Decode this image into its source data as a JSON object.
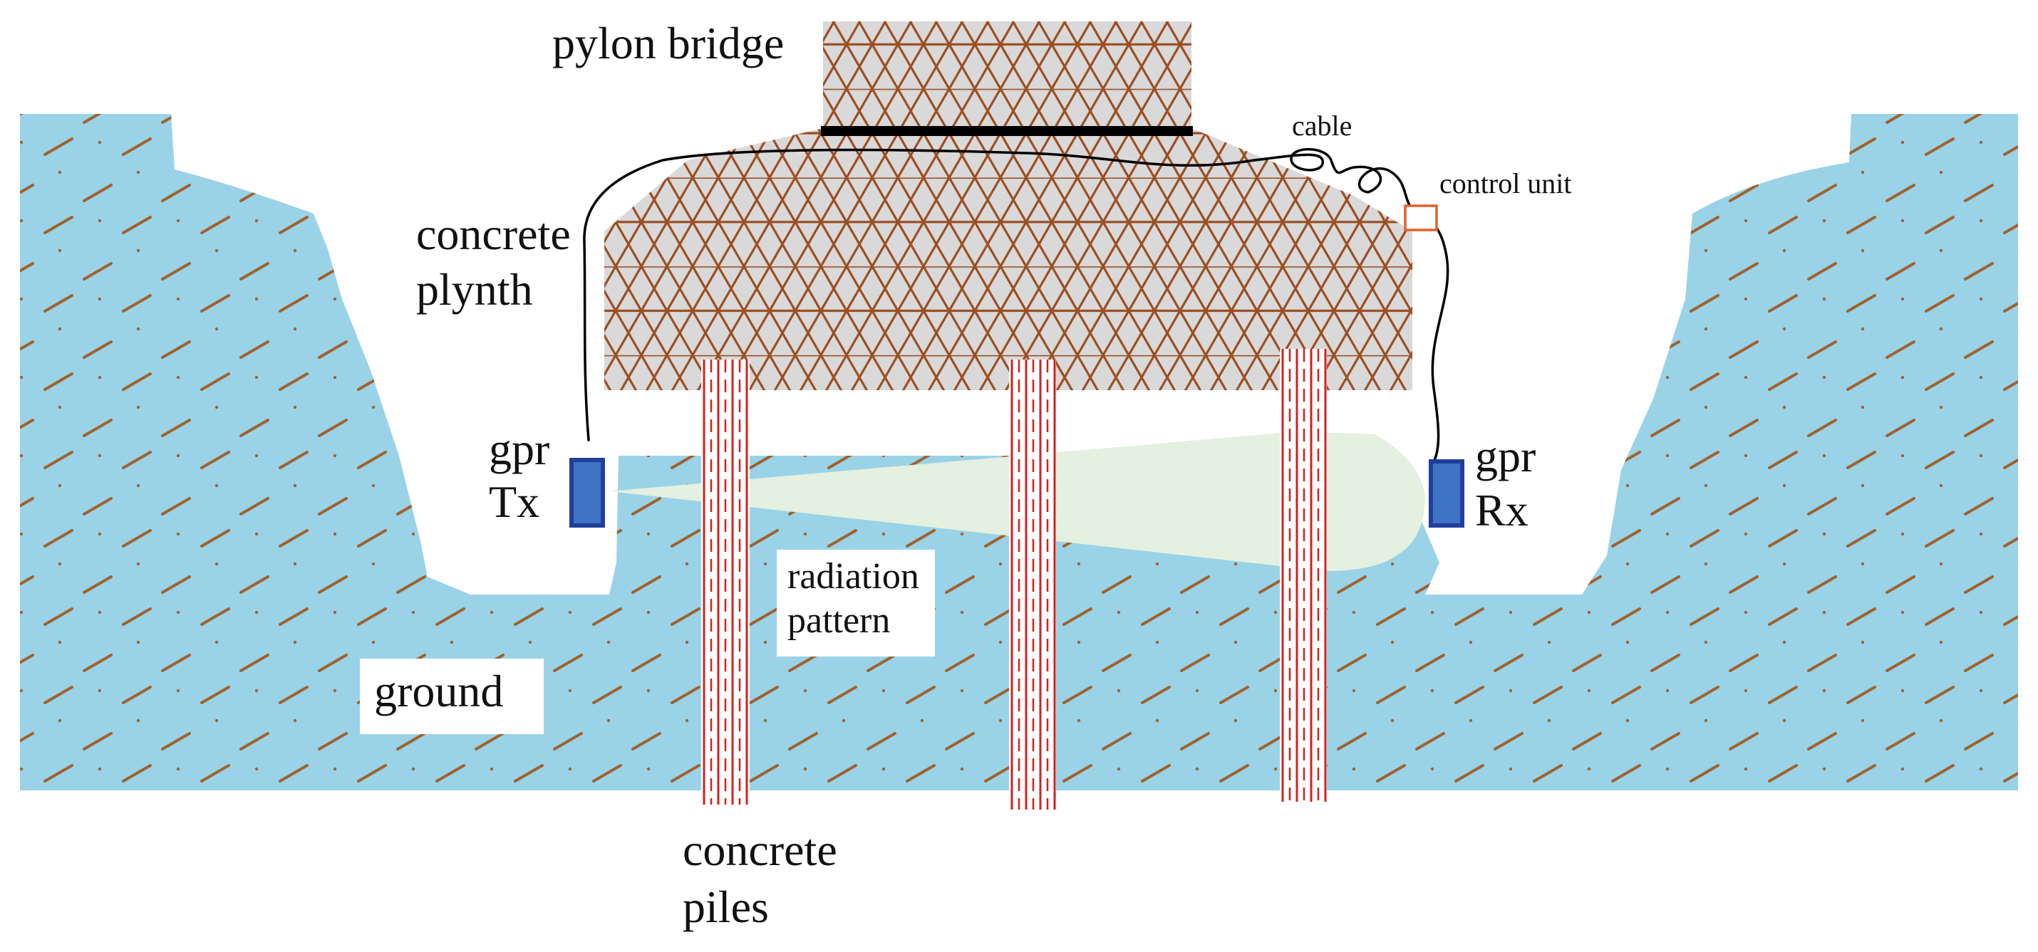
{
  "labels": {
    "pylon_bridge": "pylon bridge",
    "cable": "cable",
    "control_unit": "control unit",
    "plinth_line1": "concrete",
    "plinth_line2": "plynth",
    "gpr_tx_line1": "gpr",
    "gpr_tx_line2": "Tx",
    "gpr_rx_line1": "gpr",
    "gpr_rx_line2": "Rx",
    "radiation_line1": "radiation",
    "radiation_line2": "pattern",
    "ground": "ground",
    "piles_line1": "concrete",
    "piles_line2": "piles"
  },
  "colors": {
    "ground": "#9ad3e8",
    "ground_hatch": "#a0622d",
    "concrete": "#d9d9d9",
    "concrete_mesh": "#9b4f22",
    "bridge_beam": "#000000",
    "pile_stripes": "#d42020",
    "radiation": "#e4f0e0",
    "antenna_fill": "#3f73c4",
    "antenna_border": "#1f3f9a",
    "control_unit_border": "#e4602a",
    "cable": "#000000",
    "text_box": "#ffffff"
  },
  "icons": {
    "tx_antenna": "gpr-transmitter-antenna",
    "rx_antenna": "gpr-receiver-antenna",
    "control_unit": "control-unit-box"
  }
}
